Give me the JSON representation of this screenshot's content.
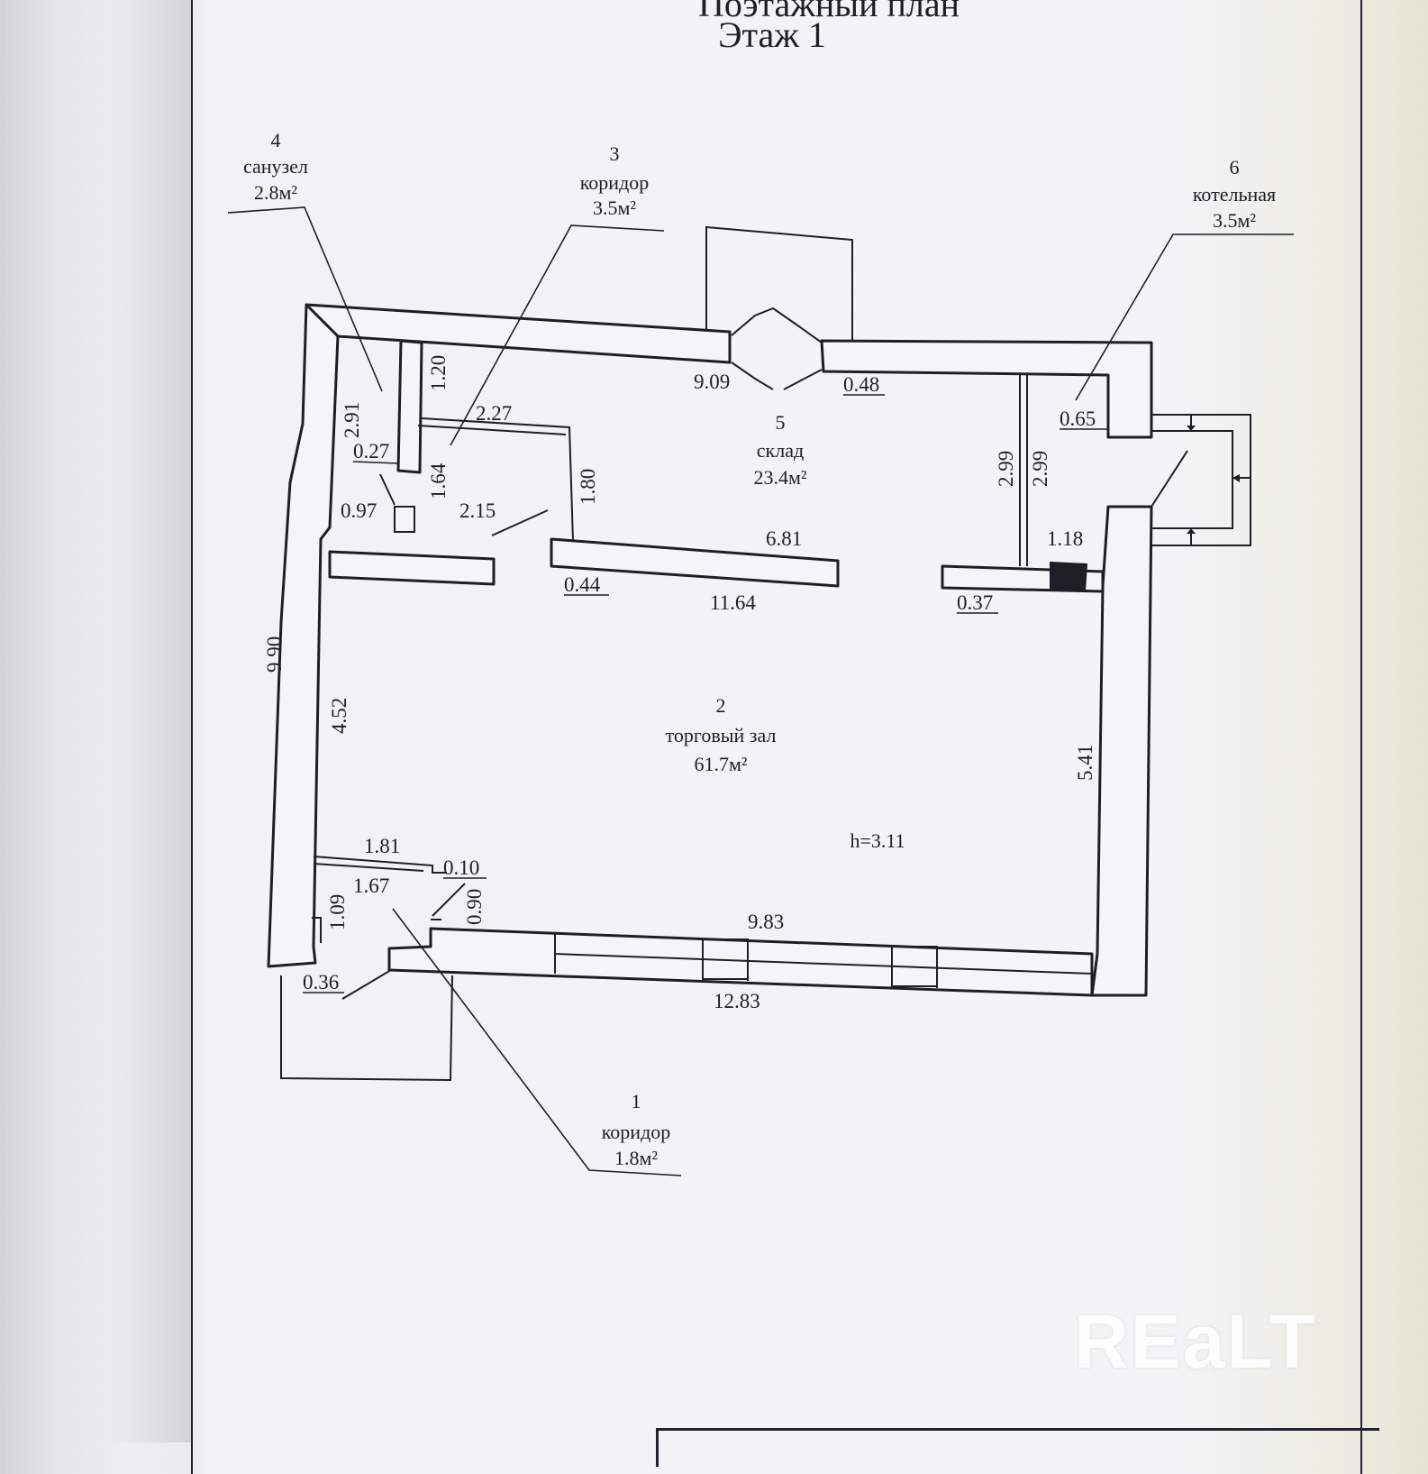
{
  "header": {
    "title_line1": "Поэтажный план",
    "title_line2": "Этаж 1"
  },
  "rooms": [
    {
      "number": "1",
      "name": "коридор",
      "area": "1.8м²"
    },
    {
      "number": "2",
      "name": "торговый зал",
      "area": "61.7м²"
    },
    {
      "number": "3",
      "name": "коридор",
      "area": "3.5м²"
    },
    {
      "number": "4",
      "name": "санузел",
      "area": "2.8м²"
    },
    {
      "number": "5",
      "name": "склад",
      "area": "23.4м²"
    },
    {
      "number": "6",
      "name": "котельная",
      "area": "3.5м²"
    }
  ],
  "ceiling_height": "h=3.11",
  "dimensions": {
    "top_9_09": "9.09",
    "top_0_48": "0.48",
    "boiler_0_65": "0.65",
    "wc_1_20": "1.20",
    "wc_2_91": "2.91",
    "wc_0_27": "0.27",
    "wc_0_97": "0.97",
    "corr_2_27": "2.27",
    "corr_1_64": "1.64",
    "corr_1_80": "1.80",
    "corr_2_15": "2.15",
    "store_2_99_a": "2.99",
    "store_2_99_b": "2.99",
    "store_6_81": "6.81",
    "store_1_18": "1.18",
    "wall_0_44": "0.44",
    "wall_11_64": "11.64",
    "wall_0_37": "0.37",
    "left_9_90": "9.90",
    "hall_4_52": "4.52",
    "hall_5_41": "5.41",
    "entry_1_81": "1.81",
    "entry_0_10": "0.10",
    "entry_1_67": "1.67",
    "entry_1_09": "1.09",
    "entry_0_90": "0.90",
    "bottom_9_83": "9.83",
    "entry_0_36": "0.36",
    "bottom_12_83": "12.83"
  },
  "watermark": "REaLT"
}
